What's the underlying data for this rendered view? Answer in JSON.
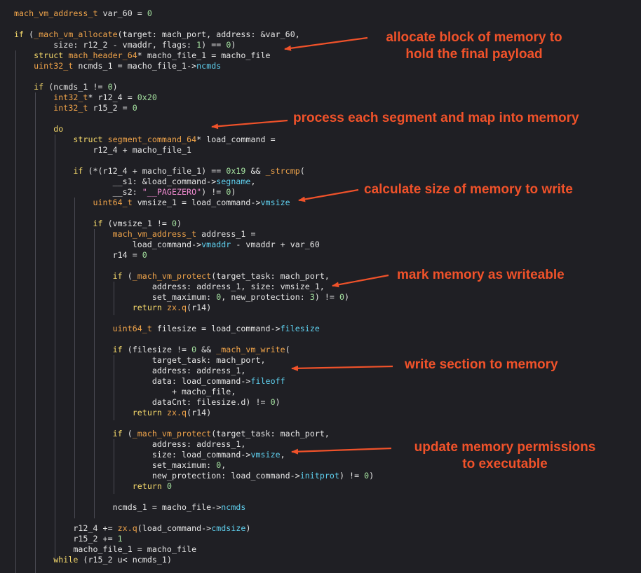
{
  "code_lines": [
    [
      [
        "ty",
        "mach_vm_address_t"
      ],
      [
        "tx",
        " var_60 = "
      ],
      [
        "nm",
        "0"
      ]
    ],
    [],
    [
      [
        "kw",
        "if"
      ],
      [
        "tx",
        " ("
      ],
      [
        "fn",
        "_mach_vm_allocate"
      ],
      [
        "tx",
        "(target: mach_port, address: &var_60,"
      ]
    ],
    [
      [
        "tx",
        "        size: r12_2 - vmaddr, flags: "
      ],
      [
        "nm",
        "1"
      ],
      [
        "tx",
        ") == "
      ],
      [
        "nm",
        "0"
      ],
      [
        "tx",
        ")"
      ]
    ],
    [
      [
        "tx",
        "    "
      ],
      [
        "kw",
        "struct"
      ],
      [
        "tx",
        " "
      ],
      [
        "ty",
        "mach_header_64"
      ],
      [
        "tx",
        "* macho_file_1 = macho_file"
      ]
    ],
    [
      [
        "tx",
        "    "
      ],
      [
        "ty",
        "uint32_t"
      ],
      [
        "tx",
        " ncmds_1 = macho_file_1->"
      ],
      [
        "fl",
        "ncmds"
      ]
    ],
    [],
    [
      [
        "tx",
        "    "
      ],
      [
        "kw",
        "if"
      ],
      [
        "tx",
        " (ncmds_1 != "
      ],
      [
        "nm",
        "0"
      ],
      [
        "tx",
        ")"
      ]
    ],
    [
      [
        "tx",
        "        "
      ],
      [
        "ty",
        "int32_t"
      ],
      [
        "tx",
        "* r12_4 = "
      ],
      [
        "nm",
        "0x20"
      ]
    ],
    [
      [
        "tx",
        "        "
      ],
      [
        "ty",
        "int32_t"
      ],
      [
        "tx",
        " r15_2 = "
      ],
      [
        "nm",
        "0"
      ]
    ],
    [],
    [
      [
        "tx",
        "        "
      ],
      [
        "kw",
        "do"
      ]
    ],
    [
      [
        "tx",
        "            "
      ],
      [
        "kw",
        "struct"
      ],
      [
        "tx",
        " "
      ],
      [
        "ty",
        "segment_command_64"
      ],
      [
        "tx",
        "* load_command ="
      ]
    ],
    [
      [
        "tx",
        "                r12_4 + macho_file_1"
      ]
    ],
    [],
    [
      [
        "tx",
        "            "
      ],
      [
        "kw",
        "if"
      ],
      [
        "tx",
        " (*(r12_4 + macho_file_1) == "
      ],
      [
        "nm",
        "0x19"
      ],
      [
        "tx",
        " && "
      ],
      [
        "fn",
        "_strcmp"
      ],
      [
        "tx",
        "("
      ]
    ],
    [
      [
        "tx",
        "                    __s1: &load_command->"
      ],
      [
        "fl",
        "segname"
      ],
      [
        "tx",
        ","
      ]
    ],
    [
      [
        "tx",
        "                    __s2: "
      ],
      [
        "st",
        "\"__PAGEZERO\""
      ],
      [
        "tx",
        ") != "
      ],
      [
        "nm",
        "0"
      ],
      [
        "tx",
        ")"
      ]
    ],
    [
      [
        "tx",
        "                "
      ],
      [
        "ty",
        "uint64_t"
      ],
      [
        "tx",
        " vmsize_1 = load_command->"
      ],
      [
        "fl",
        "vmsize"
      ]
    ],
    [],
    [
      [
        "tx",
        "                "
      ],
      [
        "kw",
        "if"
      ],
      [
        "tx",
        " (vmsize_1 != "
      ],
      [
        "nm",
        "0"
      ],
      [
        "tx",
        ")"
      ]
    ],
    [
      [
        "tx",
        "                    "
      ],
      [
        "ty",
        "mach_vm_address_t"
      ],
      [
        "tx",
        " address_1 ="
      ]
    ],
    [
      [
        "tx",
        "                        load_command->"
      ],
      [
        "fl",
        "vmaddr"
      ],
      [
        "tx",
        " - vmaddr + var_60"
      ]
    ],
    [
      [
        "tx",
        "                    r14 = "
      ],
      [
        "nm",
        "0"
      ]
    ],
    [],
    [
      [
        "tx",
        "                    "
      ],
      [
        "kw",
        "if"
      ],
      [
        "tx",
        " ("
      ],
      [
        "fn",
        "_mach_vm_protect"
      ],
      [
        "tx",
        "(target_task: mach_port,"
      ]
    ],
    [
      [
        "tx",
        "                            address: address_1, size: vmsize_1,"
      ]
    ],
    [
      [
        "tx",
        "                            set_maximum: "
      ],
      [
        "nm",
        "0"
      ],
      [
        "tx",
        ", new_protection: "
      ],
      [
        "nm",
        "3"
      ],
      [
        "tx",
        ") != "
      ],
      [
        "nm",
        "0"
      ],
      [
        "tx",
        ")"
      ]
    ],
    [
      [
        "tx",
        "                        "
      ],
      [
        "kw",
        "return"
      ],
      [
        "tx",
        " "
      ],
      [
        "fn",
        "zx.q"
      ],
      [
        "tx",
        "(r14)"
      ]
    ],
    [],
    [
      [
        "tx",
        "                    "
      ],
      [
        "ty",
        "uint64_t"
      ],
      [
        "tx",
        " filesize = load_command->"
      ],
      [
        "fl",
        "filesize"
      ]
    ],
    [],
    [
      [
        "tx",
        "                    "
      ],
      [
        "kw",
        "if"
      ],
      [
        "tx",
        " (filesize != "
      ],
      [
        "nm",
        "0"
      ],
      [
        "tx",
        " && "
      ],
      [
        "fn",
        "_mach_vm_write"
      ],
      [
        "tx",
        "("
      ]
    ],
    [
      [
        "tx",
        "                            target_task: mach_port,"
      ]
    ],
    [
      [
        "tx",
        "                            address: address_1,"
      ]
    ],
    [
      [
        "tx",
        "                            data: load_command->"
      ],
      [
        "fl",
        "fileoff"
      ]
    ],
    [
      [
        "tx",
        "                                + macho_file,"
      ]
    ],
    [
      [
        "tx",
        "                            dataCnt: filesize.d) != "
      ],
      [
        "nm",
        "0"
      ],
      [
        "tx",
        ")"
      ]
    ],
    [
      [
        "tx",
        "                        "
      ],
      [
        "kw",
        "return"
      ],
      [
        "tx",
        " "
      ],
      [
        "fn",
        "zx.q"
      ],
      [
        "tx",
        "(r14)"
      ]
    ],
    [],
    [
      [
        "tx",
        "                    "
      ],
      [
        "kw",
        "if"
      ],
      [
        "tx",
        " ("
      ],
      [
        "fn",
        "_mach_vm_protect"
      ],
      [
        "tx",
        "(target_task: mach_port,"
      ]
    ],
    [
      [
        "tx",
        "                            address: address_1,"
      ]
    ],
    [
      [
        "tx",
        "                            size: load_command->"
      ],
      [
        "fl",
        "vmsize"
      ],
      [
        "tx",
        ","
      ]
    ],
    [
      [
        "tx",
        "                            set_maximum: "
      ],
      [
        "nm",
        "0"
      ],
      [
        "tx",
        ","
      ]
    ],
    [
      [
        "tx",
        "                            new_protection: load_command->"
      ],
      [
        "fl",
        "initprot"
      ],
      [
        "tx",
        ") != "
      ],
      [
        "nm",
        "0"
      ],
      [
        "tx",
        ")"
      ]
    ],
    [
      [
        "tx",
        "                        "
      ],
      [
        "kw",
        "return"
      ],
      [
        "tx",
        " "
      ],
      [
        "nm",
        "0"
      ]
    ],
    [],
    [
      [
        "tx",
        "                    ncmds_1 = macho_file->"
      ],
      [
        "fl",
        "ncmds"
      ]
    ],
    [],
    [
      [
        "tx",
        "            r12_4 += "
      ],
      [
        "fn",
        "zx.q"
      ],
      [
        "tx",
        "(load_command->"
      ],
      [
        "fl",
        "cmdsize"
      ],
      [
        "tx",
        ")"
      ]
    ],
    [
      [
        "tx",
        "            r15_2 += "
      ],
      [
        "nm",
        "1"
      ]
    ],
    [
      [
        "tx",
        "            macho_file_1 = macho_file"
      ]
    ],
    [
      [
        "tx",
        "        "
      ],
      [
        "kw",
        "while"
      ],
      [
        "tx",
        " (r15_2 u< ncmds_1)"
      ]
    ]
  ],
  "annotations": [
    {
      "id": "allocate",
      "lines": [
        "allocate  block of memory to",
        "hold the final payload"
      ]
    },
    {
      "id": "process",
      "lines": [
        "process  each segment and map into memory"
      ]
    },
    {
      "id": "calc-size",
      "lines": [
        "calculate size of memory to write"
      ]
    },
    {
      "id": "writeable",
      "lines": [
        "mark memory as writeable"
      ]
    },
    {
      "id": "write-section",
      "lines": [
        "write section to memory"
      ]
    },
    {
      "id": "update-perms",
      "lines": [
        "update memory permissions",
        "to executable"
      ]
    }
  ],
  "colors": {
    "background": "#1f1f24",
    "text": "#e6e6e6",
    "keyword": "#f5d96b",
    "type": "#f0a44a",
    "field": "#5fd0ef",
    "number": "#a6e3a1",
    "string": "#f08bd0",
    "annotation": "#f0522a"
  }
}
